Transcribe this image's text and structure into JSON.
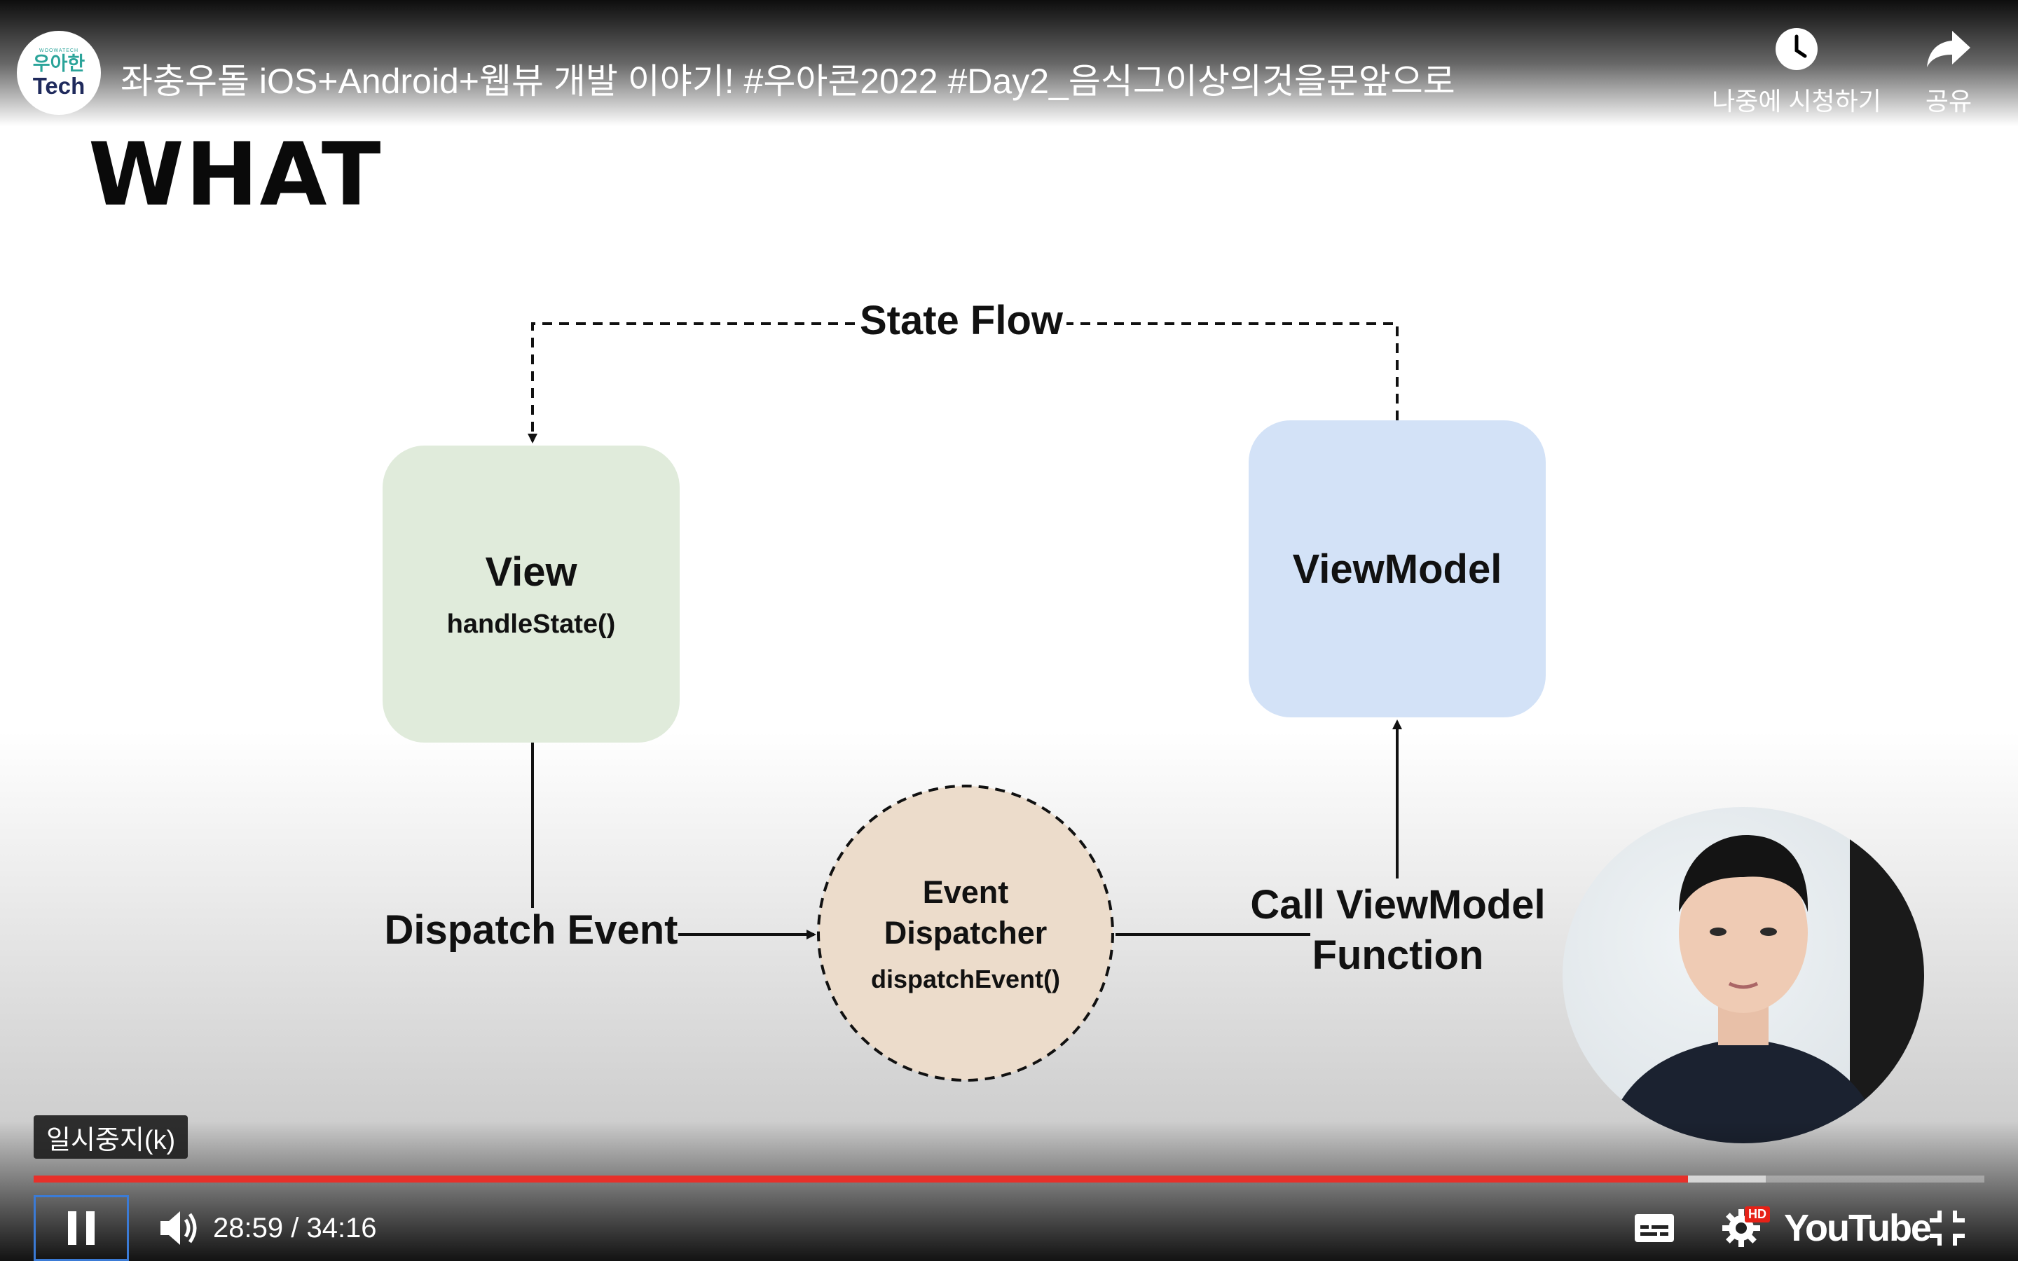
{
  "video": {
    "title": "좌충우돌 iOS+Android+웹뷰 개발 이야기! #우아콘2022 #Day2_음식그이상의것을문앞으로",
    "channel_logo_small": "WOOWATECH",
    "channel_logo_top": "우아한",
    "channel_logo_bottom": "Tech"
  },
  "top_actions": {
    "watch_later_label": "나중에 시청하기",
    "share_label": "공유",
    "watch_later_icon": "clock-icon",
    "share_icon": "share-arrow-icon"
  },
  "slide": {
    "title": "WHAT",
    "view_title": "View",
    "view_sub": "handleState()",
    "viewmodel_title": "ViewModel",
    "dispatcher_line1": "Event",
    "dispatcher_line2": "Dispatcher",
    "dispatcher_sub": "dispatchEvent()",
    "state_flow_label": "State Flow",
    "dispatch_event_label": "Dispatch Event",
    "call_vm_line1": "Call ViewModel",
    "call_vm_line2": "Function",
    "colors": {
      "view_fill": "#e0ebdb",
      "viewmodel_fill": "#d3e2f7",
      "dispatcher_fill": "#ecdccb"
    }
  },
  "player": {
    "tooltip": "일시중지(k)",
    "current_time": "28:59",
    "duration": "34:16",
    "time_separator": " / ",
    "played_fraction": 0.848,
    "buffered_fraction": 0.888,
    "youtube_label": "YouTube",
    "hd_badge": "HD",
    "progress_color": "#e7302a"
  }
}
